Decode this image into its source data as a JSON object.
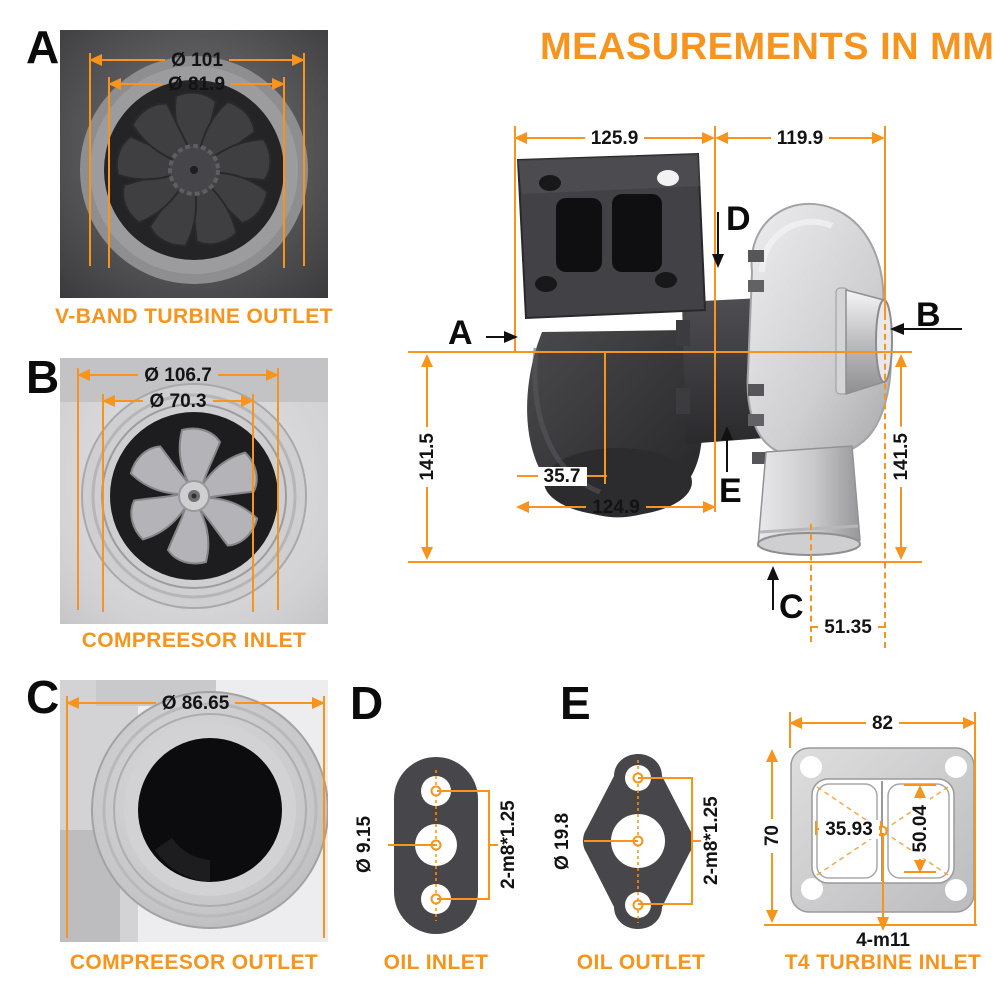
{
  "title": "MEASUREMENTS IN MM",
  "colors": {
    "accent": "#F7941D",
    "ink": "#131313"
  },
  "sections": {
    "a": {
      "letter": "A",
      "caption": "V-BAND TURBINE OUTLET",
      "dim_outer": "Ø 101",
      "dim_inner": "Ø 81.9"
    },
    "b": {
      "letter": "B",
      "caption": "COMPREESOR INLET",
      "dim_outer": "Ø 106.7",
      "dim_inner": "Ø 70.3"
    },
    "c": {
      "letter": "C",
      "caption": "COMPREESOR OUTLET",
      "dim_outer": "Ø 86.65"
    },
    "d": {
      "letter": "D",
      "caption": "OIL INLET",
      "dim_hole": "Ø 9.15",
      "dim_thread": "2-m8*1.25"
    },
    "e": {
      "letter": "E",
      "caption": "OIL OUTLET",
      "dim_hole": "Ø 19.8",
      "dim_thread": "2-m8*1.25"
    },
    "t4": {
      "caption": "T4 TURBINE INLET",
      "dim_width": "82",
      "dim_height": "70",
      "dim_opening_width": "35.93",
      "dim_opening_height": "50.04",
      "dim_bolts": "4-m11"
    }
  },
  "main_view": {
    "dims": {
      "top_left": "125.9",
      "top_right": "119.9",
      "left_height": "141.5",
      "right_height": "141.5",
      "hub_offset": "35.7",
      "turbine_width": "124.9",
      "outlet_offset": "51.35"
    },
    "pointers": {
      "a": "A",
      "b": "B",
      "c": "C",
      "d": "D",
      "e": "E"
    }
  }
}
